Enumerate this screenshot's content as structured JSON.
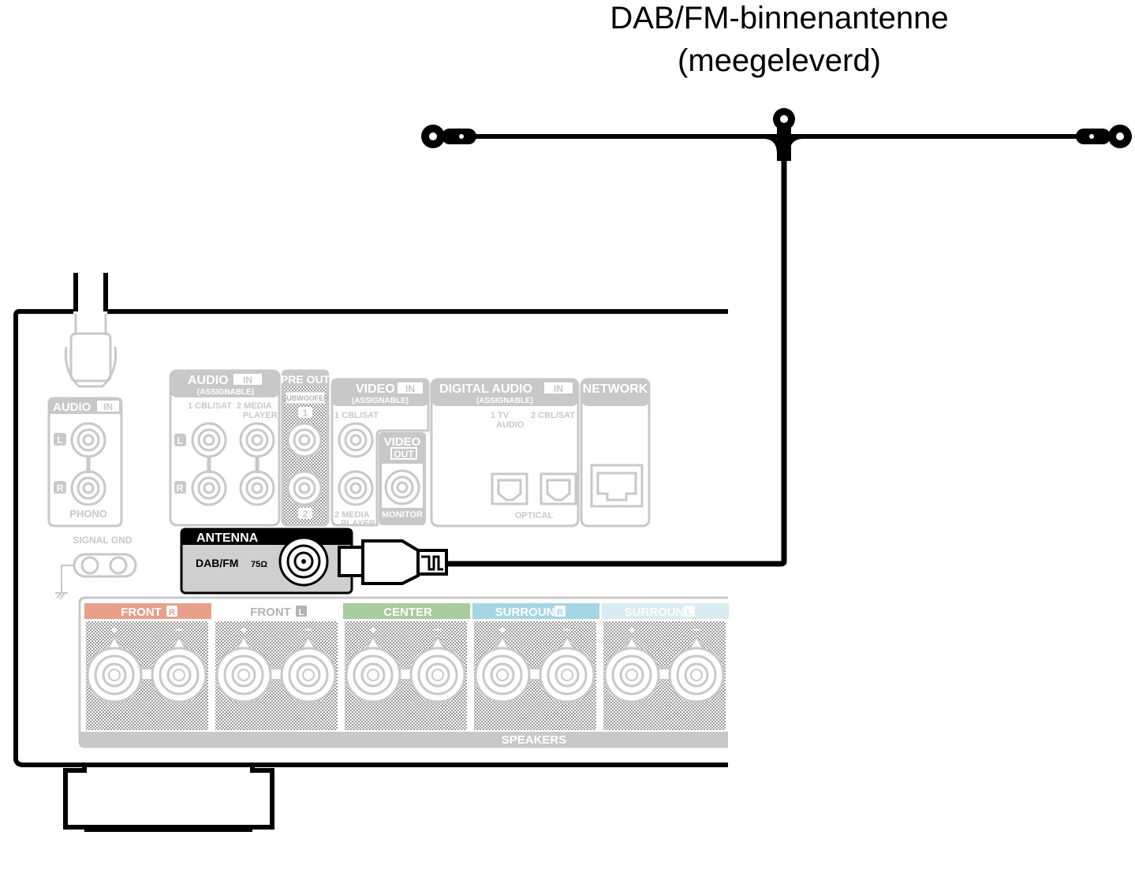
{
  "caption": {
    "line1": "DAB/FM-binnenantenne",
    "line2": "(meegeleverd)"
  },
  "panel": {
    "audio_in_side": {
      "title": "AUDIO",
      "badge": "IN",
      "left": "L",
      "right": "R",
      "footer": "PHONO"
    },
    "signal_gnd": "SIGNAL GND",
    "audio_in": {
      "title": "AUDIO",
      "badge": "IN",
      "sub": "(ASSIGNABLE)",
      "col1": "1 CBL/SAT",
      "col2a": "2  MEDIA",
      "col2b": "PLAYER",
      "left": "L",
      "right": "R"
    },
    "pre_out": {
      "title": "PRE OUT",
      "sub": "SUBWOOFER",
      "num1": "1",
      "num2": "2"
    },
    "video_in": {
      "title": "VIDEO",
      "badge": "IN",
      "sub": "(ASSIGNABLE)",
      "col1": "1 CBL/SAT",
      "col2a": "2  MEDIA",
      "col2b": "PLAYER"
    },
    "video_out": {
      "title": "VIDEO",
      "badge": "OUT",
      "footer": "MONITOR"
    },
    "digital_audio": {
      "title": "DIGITAL AUDIO",
      "badge": "IN",
      "sub": "(ASSIGNABLE)",
      "col1a": "1  TV",
      "col1b": "AUDIO",
      "col2": "2 CBL/SAT",
      "footer": "OPTICAL"
    },
    "network": {
      "title": "NETWORK"
    },
    "antenna": {
      "title": "ANTENNA",
      "label": "DAB/FM",
      "impedance": "75Ω"
    },
    "speakers": {
      "footer": "SPEAKERS",
      "plus": "+",
      "minus": "−",
      "channels": [
        {
          "label": "FRONT",
          "badge": "R",
          "color": "#e8a08c"
        },
        {
          "label": "FRONT",
          "badge": "L",
          "color": "#ffffff"
        },
        {
          "label": "CENTER",
          "badge": "",
          "color": "#a9cc9f"
        },
        {
          "label": "SURROUND",
          "badge": "R",
          "color": "#a6d6e6"
        },
        {
          "label": "SURROUND",
          "badge": "L",
          "color": "#d8ecf2"
        }
      ]
    }
  },
  "colors": {
    "line": "#000000",
    "panel_gray": "#c8c8c8",
    "label_gray": "#b4b4b4",
    "antenna_box": "#cfcfcf"
  }
}
